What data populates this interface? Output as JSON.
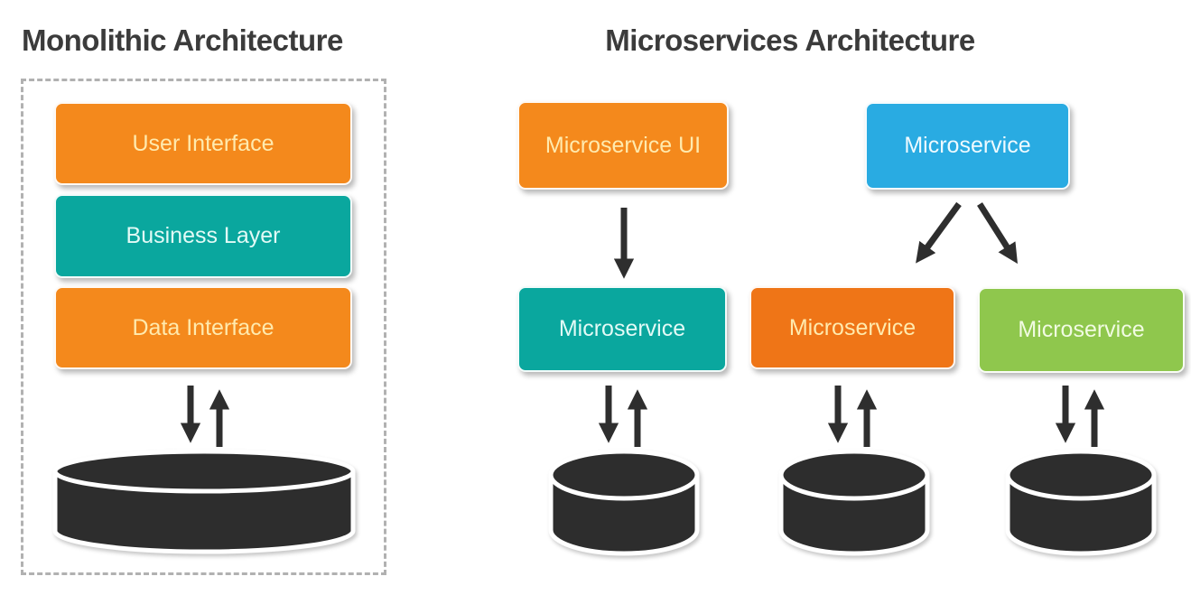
{
  "monolithic": {
    "title": "Monolithic Architecture",
    "layers": [
      {
        "label": "User Interface",
        "color": "#F4891C"
      },
      {
        "label": "Business Layer",
        "color": "#0AA79E"
      },
      {
        "label": "Data Interface",
        "color": "#F4891C"
      }
    ],
    "database_count": 1
  },
  "microservices": {
    "title": "Microservices Architecture",
    "top_row": [
      {
        "label": "Microservice UI",
        "color": "#F4891C"
      },
      {
        "label": "Microservice",
        "color": "#29ABE2"
      }
    ],
    "service_row": [
      {
        "label": "Microservice",
        "color": "#0AA79E"
      },
      {
        "label": "Microservice",
        "color": "#EF7517"
      },
      {
        "label": "Microservice",
        "color": "#8FC74D"
      }
    ],
    "database_count": 3
  },
  "icons": {
    "database": "database-icon",
    "down_arrow": "down-arrow-icon",
    "up_arrow": "up-arrow-icon",
    "split_arrows": "split-arrows-icon"
  },
  "colors": {
    "orange": "#F4891C",
    "orange_deep": "#EF7517",
    "teal": "#0AA79E",
    "blue": "#29ABE2",
    "green": "#8FC74D",
    "database_fill": "#2D2D2D",
    "arrow": "#2E2E2E",
    "title_text": "#3B3B3B",
    "dashed_border": "#B1B1B1",
    "background": "#FFFFFF"
  }
}
